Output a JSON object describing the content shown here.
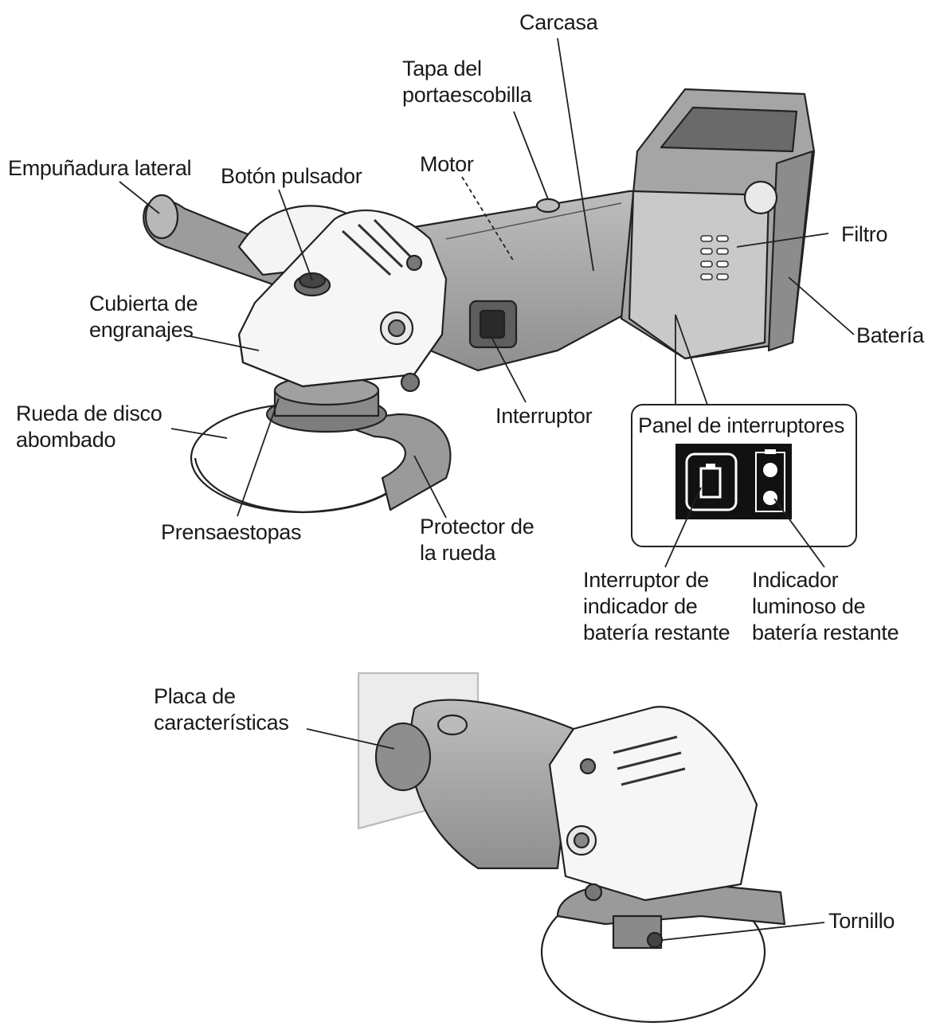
{
  "labels": {
    "carcasa": "Carcasa",
    "tapa_portaescobilla": [
      "Tapa del",
      "portaescobilla"
    ],
    "empunadura_lateral": "Empuñadura lateral",
    "boton_pulsador": "Botón pulsador",
    "motor": "Motor",
    "filtro": "Filtro",
    "cubierta_engranajes": [
      "Cubierta de",
      "engranajes"
    ],
    "bateria": "Batería",
    "rueda_disco_abombado": [
      "Rueda de disco",
      "abombado"
    ],
    "interruptor": "Interruptor",
    "panel_interruptores": "Panel de interruptores",
    "prensaestopas": "Prensaestopas",
    "protector_rueda": [
      "Protector de",
      "la rueda"
    ],
    "interruptor_indicador_bateria": [
      "Interruptor de",
      "indicador de",
      "batería restante"
    ],
    "indicador_luminoso_bateria": [
      "Indicador",
      "luminoso de",
      "batería restante"
    ],
    "placa_caracteristicas": [
      "Placa de",
      "características"
    ],
    "tornillo": "Tornillo"
  },
  "icons": {
    "tool": "angle-grinder-illustration",
    "battery_switch": "battery-icon",
    "battery_indicator": "battery-level-indicator-icon"
  },
  "colors": {
    "ink": "#1a1a1a",
    "body_gray": "#a8a8a8",
    "light_gray": "#e2e2e2",
    "dark_gray": "#6e6e6e",
    "panel_black": "#111111"
  }
}
